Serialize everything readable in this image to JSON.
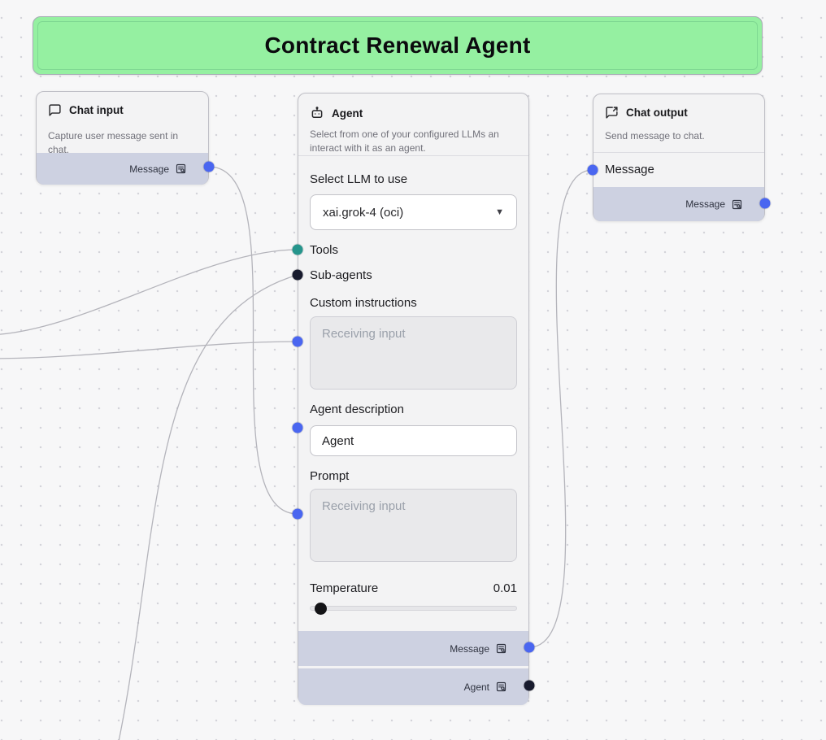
{
  "banner": {
    "title": "Contract Renewal Agent"
  },
  "colors": {
    "handle_blue": "#4a66f0",
    "handle_teal": "#26958c",
    "handle_dark": "#181b2e",
    "footer_bg": "#cdd1e1",
    "banner_fill": "#95f0a1",
    "edge": "#b4b4bb"
  },
  "nodes": {
    "chat_input": {
      "title": "Chat input",
      "description": "Capture user message sent in chat.",
      "output_label": "Message"
    },
    "agent": {
      "title": "Agent",
      "description": "Select from one of your configured LLMs an interact with it as an agent.",
      "llm_label": "Select LLM to use",
      "llm_value": "xai.grok-4 (oci)",
      "tools_label": "Tools",
      "subagents_label": "Sub-agents",
      "custom_instructions_label": "Custom instructions",
      "custom_instructions_placeholder": "Receiving input",
      "agent_description_label": "Agent description",
      "agent_description_value": "Agent",
      "prompt_label": "Prompt",
      "prompt_placeholder": "Receiving input",
      "temperature_label": "Temperature",
      "temperature_value": "0.01",
      "output_message_label": "Message",
      "output_agent_label": "Agent"
    },
    "chat_output": {
      "title": "Chat output",
      "description": "Send message to chat.",
      "input_label": "Message",
      "output_label": "Message"
    }
  },
  "handles": [
    {
      "id": "chat-input-message-out",
      "color": "blue"
    },
    {
      "id": "agent-tools-in",
      "color": "teal"
    },
    {
      "id": "agent-subagents-in",
      "color": "dark"
    },
    {
      "id": "agent-custom-instructions-in",
      "color": "blue"
    },
    {
      "id": "agent-description-in",
      "color": "blue"
    },
    {
      "id": "agent-prompt-in",
      "color": "blue"
    },
    {
      "id": "agent-message-out",
      "color": "blue"
    },
    {
      "id": "agent-agent-out",
      "color": "dark"
    },
    {
      "id": "chat-output-message-in",
      "color": "blue"
    },
    {
      "id": "chat-output-message-out",
      "color": "blue"
    }
  ],
  "edges": [
    {
      "id": "edge-chat-input-to-agent-prompt",
      "from": "chat-input-message-out",
      "to": "agent-prompt-in"
    },
    {
      "id": "edge-offscreen-left-to-agent-tools",
      "from": "offscreen-left",
      "to": "agent-tools-in"
    },
    {
      "id": "edge-offscreen-left-to-agent-custom-instructions",
      "from": "offscreen-left",
      "to": "agent-custom-instructions-in"
    },
    {
      "id": "edge-offscreen-bottom-to-agent-subagents",
      "from": "offscreen-bottom",
      "to": "agent-subagents-in"
    },
    {
      "id": "edge-agent-message-to-chat-output",
      "from": "agent-message-out",
      "to": "chat-output-message-in"
    }
  ]
}
